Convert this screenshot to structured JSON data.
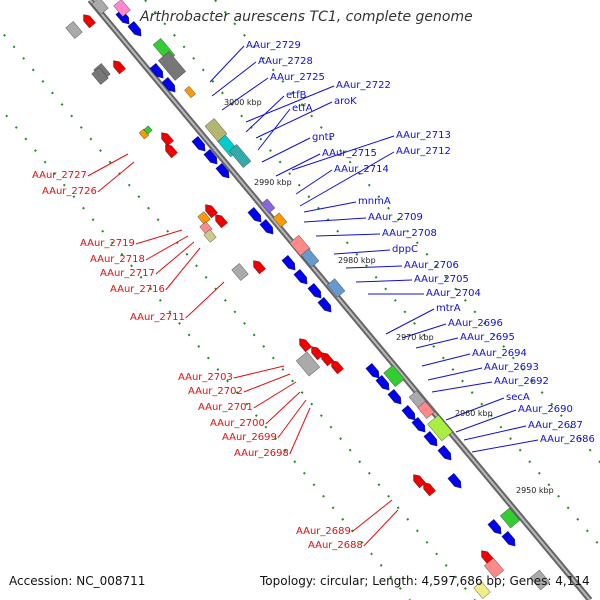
{
  "map": {
    "title": "Arthrobacter aurescens TC1, complete genome",
    "accession": "Accession: NC_008711",
    "summary": "Topology: circular; Length: 4,597,686 bp; Genes: 4,114",
    "colors": {
      "backbone": "#888888",
      "plus_label": "#1010cc",
      "minus_label": "#dd1111",
      "plus_gene": "#0000ee",
      "minus_gene": "#ee0000",
      "dots": "#228b22"
    },
    "scale_ticks": [
      "3000 kbp",
      "2990 kbp",
      "2980 kbp",
      "2970 kbp",
      "2960 kbp",
      "2950 kbp"
    ],
    "plus_labels": [
      "AAur_2729",
      "AAur_2728",
      "AAur_2725",
      "AAur_2722",
      "etfB",
      "aroK",
      "etfA",
      "gntP",
      "AAur_2715",
      "AAur_2713",
      "AAur_2714",
      "AAur_2712",
      "mnmA",
      "AAur_2709",
      "AAur_2708",
      "dppC",
      "AAur_2706",
      "AAur_2705",
      "AAur_2704",
      "mtrA",
      "AAur_2696",
      "AAur_2695",
      "AAur_2694",
      "AAur_2693",
      "AAur_2692",
      "secA",
      "AAur_2690",
      "AAur_2687",
      "AAur_2686"
    ],
    "minus_labels": [
      "AAur_2727",
      "AAur_2726",
      "AAur_2719",
      "AAur_2718",
      "AAur_2717",
      "AAur_2716",
      "AAur_2711",
      "AAur_2703",
      "AAur_2702",
      "AAur_2701",
      "AAur_2700",
      "AAur_2699",
      "AAur_2698",
      "AAur_2689",
      "AAur_2688"
    ]
  }
}
